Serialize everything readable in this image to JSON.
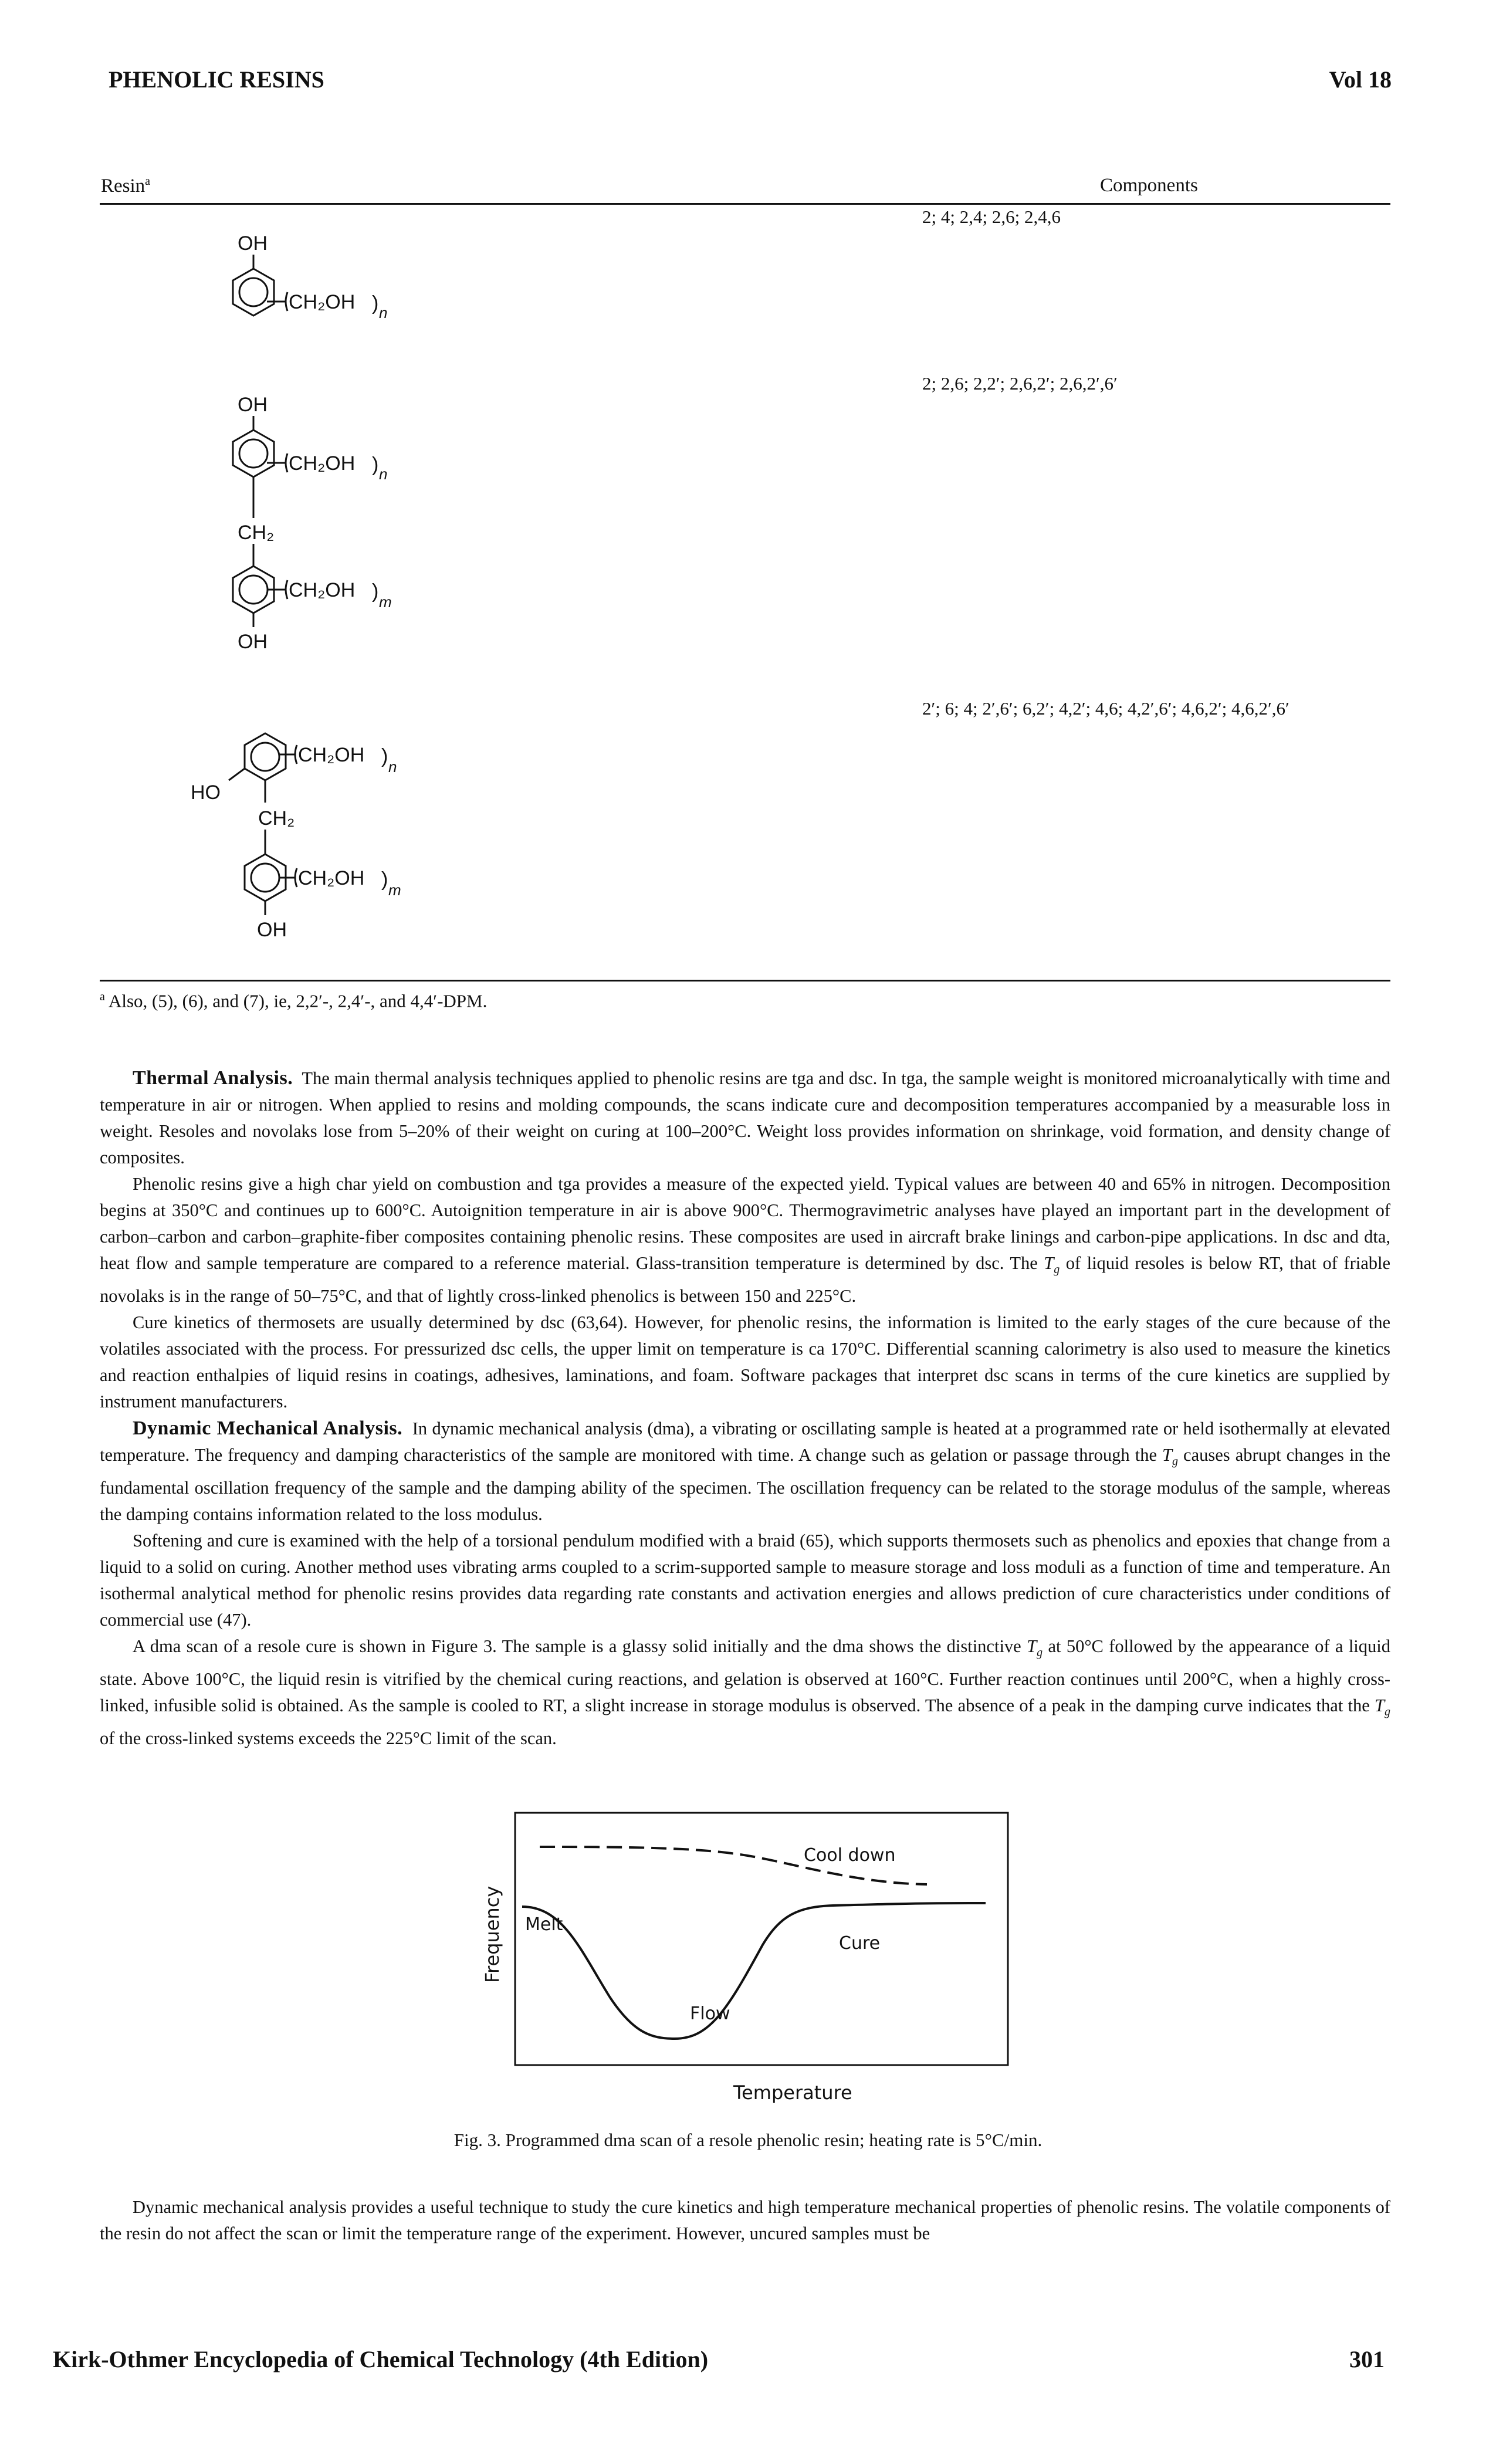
{
  "header": {
    "left": "PHENOLIC RESINS",
    "right": "Vol 18"
  },
  "table": {
    "col_resin": "Resin",
    "col_resin_sup": "a",
    "col_components": "Components",
    "rows": [
      "2; 4; 2,4; 2,6; 2,4,6",
      "2; 2,6; 2,2′; 2,6,2′; 2,6,2′,6′",
      "2′; 6; 4; 2′,6′; 6,2′; 4,2′; 4,6; 4,2′,6′; 4,6,2′; 4,6,2′,6′"
    ],
    "footnote_sup": "a",
    "footnote": "Also, (5), (6), and (7), ie, 2,2′-, 2,4′-, and 4,4′-DPM."
  },
  "structures": {
    "oh": "OH",
    "ho": "HO",
    "ch2oh": "CH₂OH",
    "ch2": "CH₂",
    "n": "n",
    "m": "m"
  },
  "body": {
    "heading1": "Thermal Analysis.",
    "p1": "The main thermal analysis techniques applied to phenolic resins are tga and dsc. In tga, the sample weight is monitored microanalytically with time and temperature in air or nitrogen. When applied to resins and molding compounds, the scans indicate cure and decomposition temperatures accompanied by a measurable loss in weight. Resoles and novolaks lose from 5–20% of their weight on curing at 100–200°C. Weight loss provides information on shrinkage, void formation, and density change of composites.",
    "p2a": "Phenolic resins give a high char yield on combustion and tga provides a measure of the expected yield. Typical values are between 40 and 65% in nitrogen. Decomposition begins at 350°C and continues up to 600°C. Autoignition temperature in air is above 900°C. Thermogravimetric analyses have played an important part in the development of carbon–carbon and carbon–graphite-fiber composites containing phenolic resins. These composites are used in aircraft brake linings and carbon-pipe applications. In dsc and dta, heat flow and sample temperature are compared to a reference material. Glass-transition temperature is determined by dsc. The ",
    "tg_T": "T",
    "tg_g": "g",
    "p2b": " of liquid resoles is below RT, that of friable novolaks is in the range of 50–75°C, and that of lightly cross-linked phenolics is between 150 and 225°C.",
    "p3": "Cure kinetics of thermosets are usually determined by dsc (63,64). However, for phenolic resins, the information is limited to the early stages of the cure because of the volatiles associated with the process. For pressurized dsc cells, the upper limit on temperature is ca 170°C. Differential scanning calorimetry is also used to measure the kinetics and reaction enthalpies of liquid resins in coatings, adhesives, laminations, and foam. Software packages that interpret dsc scans in terms of the cure kinetics are supplied by instrument manufacturers.",
    "heading2": "Dynamic Mechanical Analysis.",
    "p4a": "In dynamic mechanical analysis (dma), a vibrating or oscillating sample is heated at a programmed rate or held isothermally at elevated temperature. The frequency and damping characteristics of the sample are monitored with time. A change such as gelation or passage through the ",
    "p4b": " causes abrupt changes in the fundamental oscillation frequency of the sample and the damping ability of the specimen. The oscillation frequency can be related to the storage modulus of the sample, whereas the damping contains information related to the loss modulus.",
    "p5": "Softening and cure is examined with the help of a torsional pendulum modified with a braid (65), which supports thermosets such as phenolics and epoxies that change from a liquid to a solid on curing. Another method uses vibrating arms coupled to a scrim-supported sample to measure storage and loss moduli as a function of time and temperature. An isothermal analytical method for phenolic resins provides data regarding rate constants and activation energies and allows prediction of cure characteristics under conditions of commercial use (47).",
    "p6a": "A dma scan of a resole cure is shown in Figure 3. The sample is a glassy solid initially and the dma shows the distinctive ",
    "p6b": " at 50°C followed by the appearance of a liquid state. Above 100°C, the liquid resin is vitrified by the chemical curing reactions, and gelation is observed at 160°C. Further reaction continues until 200°C, when a highly cross-linked, infusible solid is obtained. As the sample is cooled to RT, a slight increase in storage modulus is observed. The absence of a peak in the damping curve indicates that the ",
    "p6c": " of the cross-linked systems exceeds the 225°C limit of the scan.",
    "p7": "Dynamic mechanical analysis provides a useful technique to study the cure kinetics and high temperature mechanical properties of phenolic resins. The volatile components of the resin do not affect the scan or limit the temperature range of the experiment. However, uncured samples must be"
  },
  "figure": {
    "xlabel": "Temperature",
    "ylabel": "Frequency",
    "labels": {
      "melt": "Melt",
      "flow": "Flow",
      "cure": "Cure",
      "cool": "Cool down"
    },
    "caption": "Fig. 3. Programmed dma scan of a resole phenolic resin; heating rate is 5°C/min."
  },
  "footer": {
    "left": "Kirk-Othmer Encyclopedia of Chemical Technology (4th Edition)",
    "right": "301"
  }
}
